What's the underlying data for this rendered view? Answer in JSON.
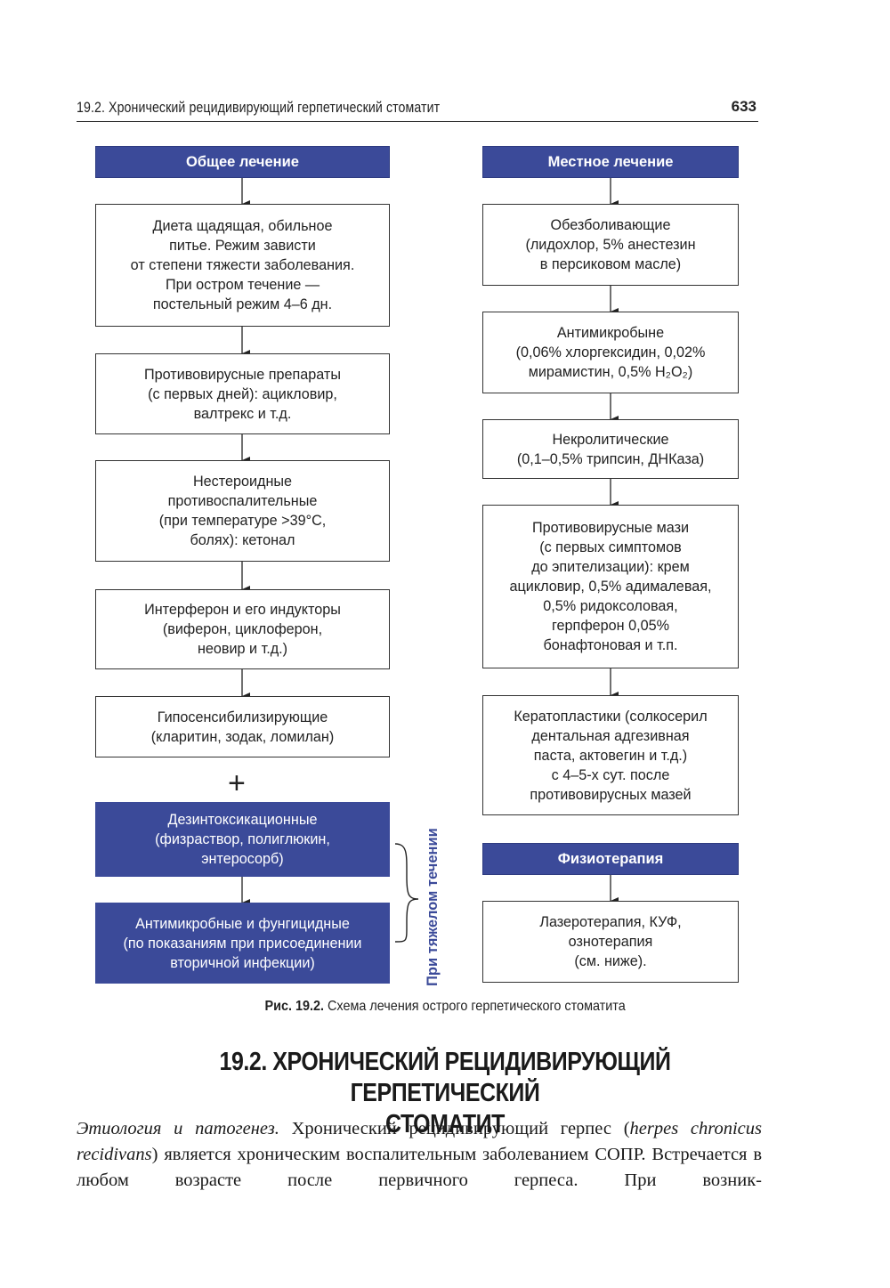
{
  "running_head": {
    "title": "19.2. Хронический рецидивирующий герпетический стоматит",
    "page_number": "633"
  },
  "left_column": {
    "header": "Общее лечение",
    "boxes": [
      [
        "Диета щадящая, обильное",
        "питье. Режим зависти",
        "от степени тяжести заболевания.",
        "При остром течение —",
        "постельный режим 4–6 дн."
      ],
      [
        "Противовирусные препараты",
        "(с первых дней): ацикловир,",
        "валтрекс и т.д."
      ],
      [
        "Нестероидные",
        "противоспалительные",
        "(при температуре >39°C,",
        "болях): кетонал"
      ],
      [
        "Интерферон и его индукторы",
        "(виферон, циклоферон,",
        "неовир и т.д.)"
      ],
      [
        "Гипосенсибилизирующие",
        "(кларитин, зодак, ломилан)"
      ]
    ],
    "plus": "+",
    "severe_boxes": [
      [
        "Дезинтоксикационные",
        "(физраствор, полиглюкин,",
        "энтеросорб)"
      ],
      [
        "Антимикробные и фунгицидные",
        "(по показаниям при присоединении",
        "вторичной инфекции)"
      ]
    ],
    "severe_label": "При тяжелом течении"
  },
  "right_column": {
    "header": "Местное лечение",
    "boxes": [
      [
        "Обезболивающие",
        "(лидохлор, 5% анестезин",
        "в персиковом масле)"
      ],
      [
        "Антимикробыне",
        "(0,06% хлоргексидин, 0,02%",
        "мирамистин, 0,5% H₂O₂)"
      ],
      [
        "Некролитические",
        "(0,1–0,5% трипсин, ДНКаза)"
      ],
      [
        "Противовирусные мази",
        "(с первых симптомов",
        "до эпителизации): крем",
        "ацикловир, 0,5% адималевая,",
        "0,5% ридоксоловая,",
        "герпферон 0,05%",
        "бонафтоновая и т.п."
      ],
      [
        "Кератопластики (солкосерил",
        "дентальная адгезивная",
        "паста, актовегин и т.д.)",
        "с 4–5-х сут. после",
        "противовирусных мазей"
      ]
    ],
    "physio_header": "Физиотерапия",
    "physio_box": [
      "Лазеротерапия, КУФ,",
      "ознотерапия",
      "(см. ниже)."
    ]
  },
  "caption": {
    "label": "Рис. 19.2.",
    "text": " Схема лечения острого герпетического стоматита"
  },
  "section": {
    "heading_lines": [
      "19.2. ХРОНИЧЕСКИЙ РЕЦИДИВИРУЮЩИЙ ГЕРПЕТИЧЕСКИЙ",
      "СТОМАТИТ"
    ],
    "paragraph": {
      "italic_lead": "Этиология и патогенез.",
      "text1": " Хронический рецидивирующий герпес (",
      "italic_term": "herpes chronicus recidivans",
      "text2": ") является хроническим воспалительным заболеванием СОПР. Встречается в любом возрасте после первичного герпеса. При возник-"
    }
  },
  "colors": {
    "header_blue": "#3b4a99",
    "border": "#333333",
    "text": "#1a1a1a"
  }
}
